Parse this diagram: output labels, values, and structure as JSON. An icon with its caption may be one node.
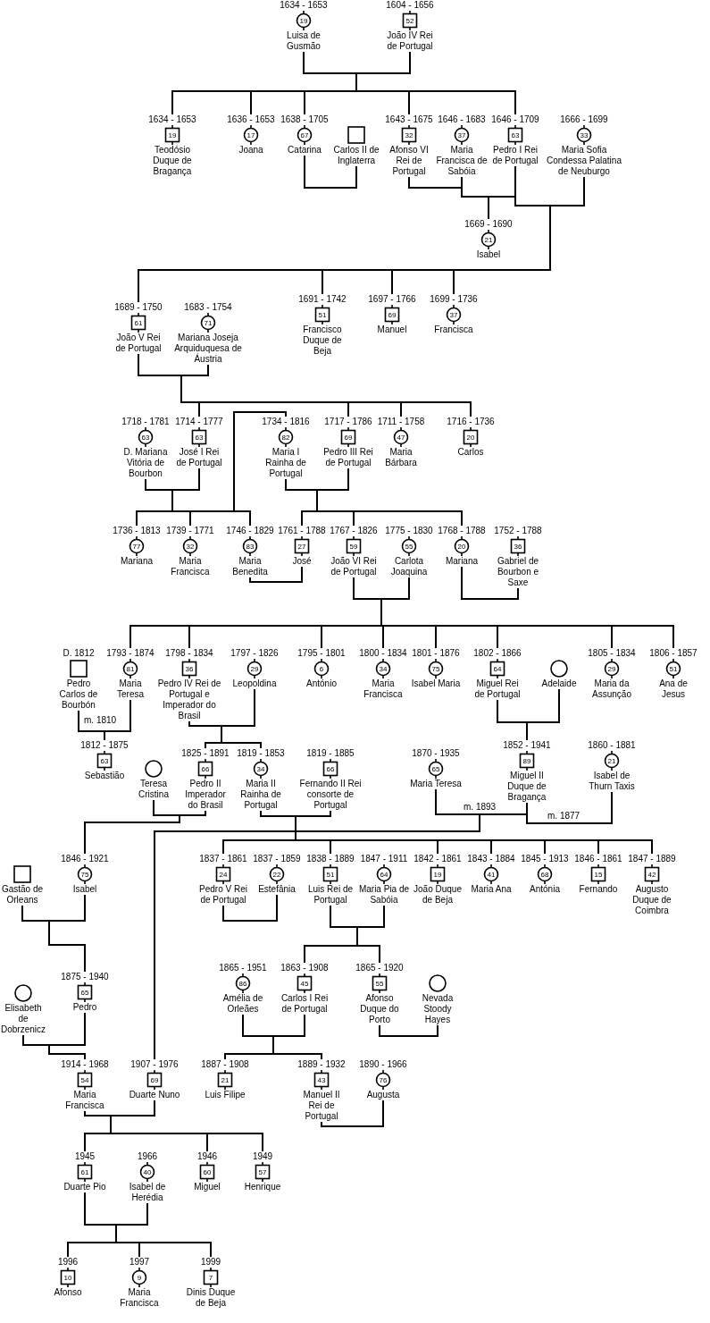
{
  "diagram": {
    "nodes": [
      {
        "text": [
          "19"
        ],
        "beside": [
          "1634 - 1653",
          "Luisa de Gusmão"
        ]
      },
      {
        "text": [
          "52"
        ],
        "beside": [
          "1604 - 1656",
          "João IV Rei de Portugal"
        ]
      },
      {
        "text": [
          "19"
        ],
        "beside": [
          "1634 - 1653",
          "Teodósio Duque de Bragança"
        ]
      },
      {
        "text": [
          "17"
        ],
        "beside": [
          "1636 - 1653",
          "Joana"
        ]
      },
      {
        "text": [
          "67"
        ],
        "beside": [
          "1638 - 1705",
          "Catarina"
        ]
      },
      {
        "text": [],
        "shape": "box",
        "beside": [
          "Carlos II de Inglaterra"
        ]
      },
      {
        "text": [
          "32"
        ],
        "beside": [
          "1643 - 1675",
          "Afonso VI Rei de Portugal"
        ]
      },
      {
        "text": [
          "37"
        ],
        "beside": [
          "1646 - 1683",
          "Maria Francisca de Sabóia"
        ]
      },
      {
        "text": [
          "63"
        ],
        "beside": [
          "1646 - 1709",
          "Pedro I Rei de Portugal"
        ]
      },
      {
        "text": [
          "33"
        ],
        "beside": [
          "1666 - 1699",
          "Maria Sofia Condessa Palatina de Neuburgo"
        ]
      },
      {
        "text": [
          "21"
        ],
        "beside": [
          "1669 - 1690",
          "Isabel"
        ]
      },
      {
        "text": [
          "61"
        ],
        "beside": [
          "1689 - 1750",
          "João V Rei de Portugal"
        ]
      },
      {
        "text": [
          "71"
        ],
        "beside": [
          "1683 - 1754",
          "Mariana Joseja Arquiduquesa de Áustria"
        ]
      },
      {
        "text": [
          "51"
        ],
        "beside": [
          "1691 - 1742",
          "Francisco Duque de Beja"
        ]
      },
      {
        "text": [
          "69"
        ],
        "beside": [
          "1697 - 1766",
          "Manuel"
        ]
      },
      {
        "text": [
          "37"
        ],
        "beside": [
          "1699 - 1736",
          "Francisca"
        ]
      },
      {
        "text": [
          "63"
        ],
        "beside": [
          "1718 - 1781",
          "D. Mariana Vitória de Bourbon"
        ]
      },
      {
        "text": [
          "63"
        ],
        "beside": [
          "1714 - 1777",
          "José I Rei de Portugal"
        ]
      },
      {
        "text": [
          "82"
        ],
        "beside": [
          "1734 - 1816",
          "Maria I Rainha de Portugal"
        ]
      },
      {
        "text": [
          "69"
        ],
        "beside": [
          "1717 - 1786",
          "Pedro III Rei de Portugal"
        ]
      },
      {
        "text": [
          "47"
        ],
        "beside": [
          "1711 - 1758",
          "Maria Bárbara"
        ]
      },
      {
        "text": [
          "20"
        ],
        "beside": [
          "1716 - 1736",
          "Carlos"
        ]
      },
      {
        "text": [
          "77"
        ],
        "beside": [
          "1736 - 1813",
          "Mariana"
        ]
      },
      {
        "text": [
          "32"
        ],
        "beside": [
          "1739 - 1771",
          "Maria Francisca"
        ]
      },
      {
        "text": [
          "83"
        ],
        "beside": [
          "1746 - 1829",
          "Maria Benedita"
        ]
      },
      {
        "text": [
          "27"
        ],
        "beside": [
          "1761 - 1788",
          "José"
        ]
      },
      {
        "text": [
          "59"
        ],
        "beside": [
          "1767 - 1826",
          "João VI Rei de Portugal"
        ]
      },
      {
        "text": [
          "55"
        ],
        "beside": [
          "1775 - 1830",
          "Carlota Joaquina"
        ]
      },
      {
        "text": [
          "20"
        ],
        "beside": [
          "1768 - 1788",
          "Mariana"
        ]
      },
      {
        "text": [
          "36"
        ],
        "beside": [
          "1752 - 1788",
          "Gabriel de Bourbon e Saxe"
        ]
      },
      {
        "text": [],
        "shape": "box",
        "beside": [
          "D. 1812",
          "Pedro Carlos de Bourbón"
        ]
      },
      {
        "text": [
          "81"
        ],
        "beside": [
          "1793 - 1874",
          "Maria Teresa"
        ]
      },
      {
        "text": [
          "36"
        ],
        "beside": [
          "1798 - 1834",
          "Pedro IV Rei de Portugal e Imperador do Brasil"
        ]
      },
      {
        "text": [
          "29"
        ],
        "beside": [
          "1797 - 1826",
          "Leopoldina"
        ]
      },
      {
        "text": [
          "6"
        ],
        "beside": [
          "1795 - 1801",
          "António"
        ]
      },
      {
        "text": [
          "34"
        ],
        "beside": [
          "1800 - 1834",
          "Maria Francisca"
        ]
      },
      {
        "text": [
          "75"
        ],
        "beside": [
          "1801 - 1876",
          "Isabel Maria"
        ]
      },
      {
        "text": [
          "64"
        ],
        "beside": [
          "1802 - 1866",
          "Miguel Rei de Portugal"
        ]
      },
      {
        "text": [],
        "shape": "circle",
        "beside": [
          "Adelaide"
        ]
      },
      {
        "text": [
          "29"
        ],
        "beside": [
          "1805 - 1834",
          "Maria da Assunção"
        ]
      },
      {
        "text": [
          "51"
        ],
        "beside": [
          "1806 - 1857",
          "Ana de Jesus"
        ]
      },
      {
        "text": [
          "63"
        ],
        "beside": [
          "1812 - 1875",
          "Sebastião"
        ]
      },
      {
        "text": [],
        "shape": "circle",
        "beside": [
          "Teresa Cristina"
        ]
      },
      {
        "text": [
          "66"
        ],
        "beside": [
          "1825 - 1891",
          "Pedro II Imperador do Brasil"
        ]
      },
      {
        "text": [
          "34"
        ],
        "beside": [
          "1819 - 1853",
          "Maria II Rainha de Portugal"
        ]
      },
      {
        "text": [
          "66"
        ],
        "beside": [
          "1819 - 1885",
          "Fernando II Rei consorte de Portugal"
        ]
      },
      {
        "text": [
          "65"
        ],
        "beside": [
          "1870 - 1935",
          "Maria Teresa"
        ]
      },
      {
        "text": [
          "89"
        ],
        "beside": [
          "1852 - 1941",
          "Miguel II Duque de Bragança"
        ]
      },
      {
        "text": [
          "21"
        ],
        "beside": [
          "1860 - 1881",
          "Isabel de Thurn Taxis"
        ]
      },
      {
        "text": [],
        "shape": "box",
        "beside": [
          "Gastão de Orleans"
        ]
      },
      {
        "text": [
          "75"
        ],
        "beside": [
          "1846 - 1921",
          "Isabel"
        ]
      },
      {
        "text": [
          "24"
        ],
        "beside": [
          "1837 - 1861",
          "Pedro V Rei de Portugal"
        ]
      },
      {
        "text": [
          "22"
        ],
        "beside": [
          "1837 - 1859",
          "Estefânia"
        ]
      },
      {
        "text": [
          "51"
        ],
        "beside": [
          "1838 - 1889",
          "Luis Rei de Portugal"
        ]
      },
      {
        "text": [
          "64"
        ],
        "beside": [
          "1847 - 1911",
          "Maria Pia de Sabóia"
        ]
      },
      {
        "text": [
          "19"
        ],
        "beside": [
          "1842 - 1861",
          "João Duque de Beja"
        ]
      },
      {
        "text": [
          "41"
        ],
        "beside": [
          "1843 - 1884",
          "Maria Ana"
        ]
      },
      {
        "text": [
          "68"
        ],
        "beside": [
          "1845 - 1913",
          "Antónia"
        ]
      },
      {
        "text": [
          "15"
        ],
        "beside": [
          "1846 - 1861",
          "Fernando"
        ]
      },
      {
        "text": [
          "42"
        ],
        "beside": [
          "1847 - 1889",
          "Augusto Duque de Coimbra"
        ]
      },
      {
        "text": [],
        "shape": "circle",
        "beside": [
          "Elisabeth de Dobrzenicz"
        ]
      },
      {
        "text": [
          "65"
        ],
        "beside": [
          "1875 - 1940",
          "Pedro"
        ]
      },
      {
        "text": [
          "86"
        ],
        "beside": [
          "1865 - 1951",
          "Amélia de Orleães"
        ]
      },
      {
        "text": [
          "45"
        ],
        "beside": [
          "1863 - 1908",
          "Carlos I Rei de Portugal"
        ]
      },
      {
        "text": [
          "55"
        ],
        "beside": [
          "1865 - 1920",
          "Afonso Duque do Porto"
        ]
      },
      {
        "text": [],
        "shape": "circle",
        "beside": [
          "Nevada Stoody Hayes"
        ]
      },
      {
        "text": [
          "54"
        ],
        "beside": [
          "1914 - 1968",
          "Maria Francisca"
        ]
      },
      {
        "text": [
          "69"
        ],
        "beside": [
          "1907 - 1976",
          "Duarte Nuno"
        ]
      },
      {
        "text": [
          "21"
        ],
        "beside": [
          "1887 - 1908",
          "Luis Filipe"
        ]
      },
      {
        "text": [
          "43"
        ],
        "beside": [
          "1889 - 1932",
          "Manuel II Rei de Portugal"
        ]
      },
      {
        "text": [
          "76"
        ],
        "beside": [
          "1890 - 1966",
          "Augusta"
        ]
      },
      {
        "text": [
          "61"
        ],
        "beside": [
          "1945",
          "Duarte Pio"
        ]
      },
      {
        "text": [
          "40"
        ],
        "beside": [
          "1966",
          "Isabel de Herédia"
        ]
      },
      {
        "text": [
          "60"
        ],
        "beside": [
          "1946",
          "Miguel"
        ]
      },
      {
        "text": [
          "57"
        ],
        "beside": [
          "1949",
          "Henrique"
        ]
      },
      {
        "text": [
          "10"
        ],
        "beside": [
          "1996",
          "Afonso"
        ]
      },
      {
        "text": [
          "9"
        ],
        "beside": [
          "1997",
          "Maria Francisca"
        ]
      },
      {
        "text": [
          "7"
        ],
        "beside": [
          "1999",
          "Dinis Duque de Beja"
        ]
      }
    ],
    "edges": [
      {
        "from": 0,
        "to": 1,
        "arrow": "none"
      },
      {
        "from": 0,
        "to": 2,
        "arrow": "none"
      },
      {
        "from": 0,
        "to": 3,
        "arrow": "none"
      },
      {
        "from": 0,
        "to": 4,
        "arrow": "none"
      },
      {
        "from": 0,
        "to": 6,
        "arrow": "none"
      },
      {
        "from": 0,
        "to": 8,
        "arrow": "none"
      },
      {
        "from": 1,
        "to": 2,
        "arrow": "none"
      },
      {
        "from": 1,
        "to": 3,
        "arrow": "none"
      },
      {
        "from": 1,
        "to": 4,
        "arrow": "none"
      },
      {
        "from": 1,
        "to": 6,
        "arrow": "none"
      },
      {
        "from": 1,
        "to": 8,
        "arrow": "none"
      },
      {
        "from": 4,
        "to": 5,
        "arrow": "none"
      },
      {
        "from": 6,
        "to": 7,
        "arrow": "none"
      },
      {
        "from": 7,
        "to": 8,
        "arrow": "none"
      },
      {
        "from": 7,
        "to": 10,
        "arrow": "none"
      },
      {
        "from": 8,
        "to": 10,
        "arrow": "none"
      },
      {
        "from": 8,
        "to": 9,
        "arrow": "none"
      },
      {
        "from": 8,
        "to": 11,
        "arrow": "none"
      },
      {
        "from": 8,
        "to": 13,
        "arrow": "none"
      },
      {
        "from": 8,
        "to": 14,
        "arrow": "none"
      },
      {
        "from": 8,
        "to": 15,
        "arrow": "none"
      },
      {
        "from": 9,
        "to": 11,
        "arrow": "none"
      },
      {
        "from": 9,
        "to": 13,
        "arrow": "none"
      },
      {
        "from": 9,
        "to": 14,
        "arrow": "none"
      },
      {
        "from": 9,
        "to": 15,
        "arrow": "none"
      },
      {
        "from": 11,
        "to": 12,
        "arrow": "none"
      },
      {
        "from": 11,
        "to": 17,
        "arrow": "none"
      },
      {
        "from": 11,
        "to": 19,
        "arrow": "none"
      },
      {
        "from": 11,
        "to": 20,
        "arrow": "none"
      },
      {
        "from": 11,
        "to": 21,
        "arrow": "none"
      },
      {
        "from": 12,
        "to": 17,
        "arrow": "none"
      },
      {
        "from": 12,
        "to": 19,
        "arrow": "none"
      },
      {
        "from": 12,
        "to": 20,
        "arrow": "none"
      },
      {
        "from": 12,
        "to": 21,
        "arrow": "none"
      },
      {
        "from": 16,
        "to": 17,
        "arrow": "none"
      },
      {
        "from": 16,
        "to": 18,
        "arrow": "none"
      },
      {
        "from": 16,
        "to": 22,
        "arrow": "none"
      },
      {
        "from": 16,
        "to": 23,
        "arrow": "none"
      },
      {
        "from": 16,
        "to": 24,
        "arrow": "none"
      },
      {
        "from": 17,
        "to": 18,
        "arrow": "none"
      },
      {
        "from": 17,
        "to": 22,
        "arrow": "none"
      },
      {
        "from": 17,
        "to": 23,
        "arrow": "none"
      },
      {
        "from": 17,
        "to": 24,
        "arrow": "none"
      },
      {
        "from": 18,
        "to": 19,
        "arrow": "none"
      },
      {
        "from": 18,
        "to": 25,
        "arrow": "none"
      },
      {
        "from": 18,
        "to": 26,
        "arrow": "none"
      },
      {
        "from": 18,
        "to": 28,
        "arrow": "none"
      },
      {
        "from": 19,
        "to": 25,
        "arrow": "none"
      },
      {
        "from": 19,
        "to": 26,
        "arrow": "none"
      },
      {
        "from": 19,
        "to": 28,
        "arrow": "none"
      },
      {
        "from": 24,
        "to": 25,
        "arrow": "none"
      },
      {
        "from": 26,
        "to": 27,
        "arrow": "none"
      },
      {
        "from": 26,
        "to": 31,
        "arrow": "none"
      },
      {
        "from": 26,
        "to": 32,
        "arrow": "none"
      },
      {
        "from": 26,
        "to": 34,
        "arrow": "none"
      },
      {
        "from": 26,
        "to": 35,
        "arrow": "none"
      },
      {
        "from": 26,
        "to": 36,
        "arrow": "none"
      },
      {
        "from": 26,
        "to": 37,
        "arrow": "none"
      },
      {
        "from": 26,
        "to": 39,
        "arrow": "none"
      },
      {
        "from": 26,
        "to": 40,
        "arrow": "none"
      },
      {
        "from": 27,
        "to": 31,
        "arrow": "none"
      },
      {
        "from": 27,
        "to": 32,
        "arrow": "none"
      },
      {
        "from": 27,
        "to": 34,
        "arrow": "none"
      },
      {
        "from": 27,
        "to": 35,
        "arrow": "none"
      },
      {
        "from": 27,
        "to": 36,
        "arrow": "none"
      },
      {
        "from": 27,
        "to": 37,
        "arrow": "none"
      },
      {
        "from": 27,
        "to": 39,
        "arrow": "none"
      },
      {
        "from": 27,
        "to": 40,
        "arrow": "none"
      },
      {
        "from": 28,
        "to": 29,
        "arrow": "none"
      },
      {
        "from": 30,
        "to": 31,
        "arrow": "none",
        "label": "m. 1810"
      },
      {
        "from": 30,
        "to": 41,
        "arrow": "none"
      },
      {
        "from": 31,
        "to": 41,
        "arrow": "none"
      },
      {
        "from": 32,
        "to": 33,
        "arrow": "none"
      },
      {
        "from": 32,
        "to": 43,
        "arrow": "none"
      },
      {
        "from": 32,
        "to": 44,
        "arrow": "none"
      },
      {
        "from": 33,
        "to": 43,
        "arrow": "none"
      },
      {
        "from": 33,
        "to": 44,
        "arrow": "none"
      },
      {
        "from": 37,
        "to": 38,
        "arrow": "none"
      },
      {
        "from": 37,
        "to": 47,
        "arrow": "none"
      },
      {
        "from": 38,
        "to": 47,
        "arrow": "none"
      },
      {
        "from": 42,
        "to": 43,
        "arrow": "none"
      },
      {
        "from": 42,
        "to": 50,
        "arrow": "none"
      },
      {
        "from": 43,
        "to": 50,
        "arrow": "none"
      },
      {
        "from": 44,
        "to": 45,
        "arrow": "none"
      },
      {
        "from": 44,
        "to": 51,
        "arrow": "none"
      },
      {
        "from": 44,
        "to": 53,
        "arrow": "none"
      },
      {
        "from": 44,
        "to": 55,
        "arrow": "none"
      },
      {
        "from": 44,
        "to": 56,
        "arrow": "none"
      },
      {
        "from": 44,
        "to": 57,
        "arrow": "none"
      },
      {
        "from": 44,
        "to": 58,
        "arrow": "none"
      },
      {
        "from": 44,
        "to": 59,
        "arrow": "none"
      },
      {
        "from": 45,
        "to": 51,
        "arrow": "none"
      },
      {
        "from": 45,
        "to": 53,
        "arrow": "none"
      },
      {
        "from": 45,
        "to": 55,
        "arrow": "none"
      },
      {
        "from": 45,
        "to": 56,
        "arrow": "none"
      },
      {
        "from": 45,
        "to": 57,
        "arrow": "none"
      },
      {
        "from": 45,
        "to": 58,
        "arrow": "none"
      },
      {
        "from": 45,
        "to": 59,
        "arrow": "none"
      },
      {
        "from": 46,
        "to": 47,
        "arrow": "none",
        "label": "m. 1893"
      },
      {
        "from": 46,
        "to": 67,
        "arrow": "none"
      },
      {
        "from": 47,
        "to": 67,
        "arrow": "none"
      },
      {
        "from": 47,
        "to": 48,
        "arrow": "none",
        "label": "m. 1877"
      },
      {
        "from": 49,
        "to": 50,
        "arrow": "none"
      },
      {
        "from": 49,
        "to": 61,
        "arrow": "none"
      },
      {
        "from": 50,
        "to": 61,
        "arrow": "none"
      },
      {
        "from": 51,
        "to": 52,
        "arrow": "none"
      },
      {
        "from": 53,
        "to": 54,
        "arrow": "none"
      },
      {
        "from": 53,
        "to": 63,
        "arrow": "none"
      },
      {
        "from": 53,
        "to": 64,
        "arrow": "none"
      },
      {
        "from": 54,
        "to": 63,
        "arrow": "none"
      },
      {
        "from": 54,
        "to": 64,
        "arrow": "none"
      },
      {
        "from": 60,
        "to": 61,
        "arrow": "none"
      },
      {
        "from": 60,
        "to": 66,
        "arrow": "none"
      },
      {
        "from": 61,
        "to": 66,
        "arrow": "none"
      },
      {
        "from": 62,
        "to": 63,
        "arrow": "none"
      },
      {
        "from": 62,
        "to": 68,
        "arrow": "none"
      },
      {
        "from": 62,
        "to": 69,
        "arrow": "none"
      },
      {
        "from": 63,
        "to": 68,
        "arrow": "none"
      },
      {
        "from": 63,
        "to": 69,
        "arrow": "none"
      },
      {
        "from": 64,
        "to": 65,
        "arrow": "none"
      },
      {
        "from": 66,
        "to": 67,
        "arrow": "none"
      },
      {
        "from": 66,
        "to": 71,
        "arrow": "none"
      },
      {
        "from": 66,
        "to": 73,
        "arrow": "none"
      },
      {
        "from": 66,
        "to": 74,
        "arrow": "none"
      },
      {
        "from": 67,
        "to": 71,
        "arrow": "none"
      },
      {
        "from": 67,
        "to": 73,
        "arrow": "none"
      },
      {
        "from": 67,
        "to": 74,
        "arrow": "none"
      },
      {
        "from": 69,
        "to": 70,
        "arrow": "none"
      },
      {
        "from": 71,
        "to": 72,
        "arrow": "none"
      },
      {
        "from": 71,
        "to": 75,
        "arrow": "none"
      },
      {
        "from": 71,
        "to": 76,
        "arrow": "none"
      },
      {
        "from": 71,
        "to": 77,
        "arrow": "none"
      },
      {
        "from": 72,
        "to": 75,
        "arrow": "none"
      },
      {
        "from": 72,
        "to": 76,
        "arrow": "none"
      },
      {
        "from": 72,
        "to": 77,
        "arrow": "none"
      }
    ]
  }
}
